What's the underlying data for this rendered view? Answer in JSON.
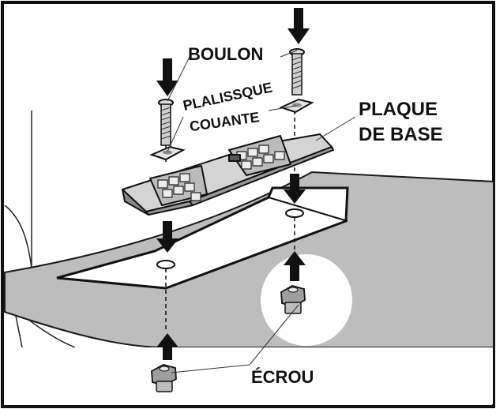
{
  "labels": {
    "bolt": "BOULON",
    "washer_line1": "PLALISSQUE",
    "washer_line2": "COUANTE",
    "plate_line1": "PLAQUE",
    "plate_line2": "DE BASE",
    "nut": "ÉCROU"
  },
  "colors": {
    "frame": "#111111",
    "floor": "#bdbdbd",
    "floor_edge": "#1a1a1a",
    "plate": "#d4d4d4",
    "plate_dark": "#8a8a8a",
    "arrow": "#111111",
    "spotlight": "#ffffff"
  }
}
